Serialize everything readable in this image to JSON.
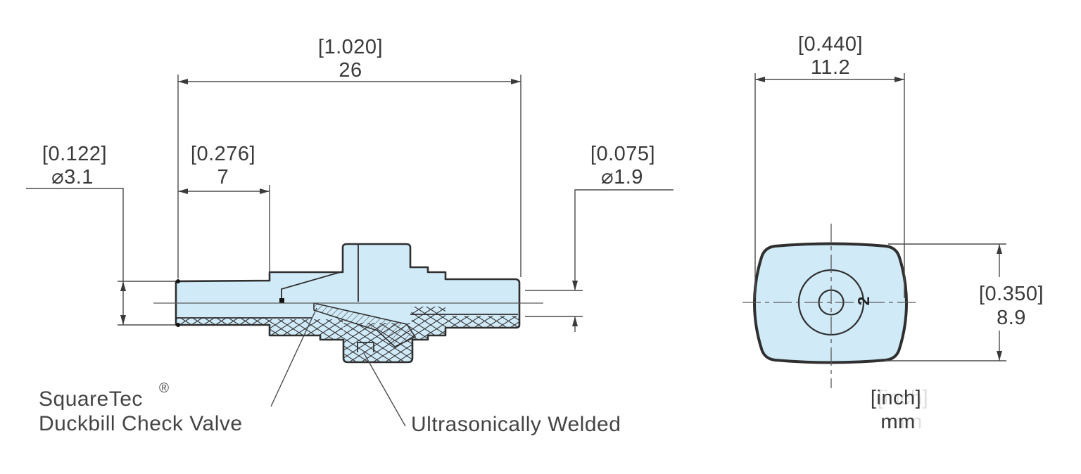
{
  "title": "SquareTec Duckbill Check Valve engineering drawing",
  "labels": {
    "brand": "SquareTec",
    "registered_mark": "®",
    "product": "Duckbill Check Valve",
    "weld_note": "Ultrasonically Welded",
    "mold_mark": "2"
  },
  "units_legend": {
    "primary": "[inch]",
    "secondary": "mm"
  },
  "dimensions": {
    "overall_length": {
      "inch": "[1.020]",
      "mm": "26"
    },
    "inlet_port_length": {
      "inch": "[0.276]",
      "mm": "7"
    },
    "inlet_bore_diameter": {
      "inch": "[0.122]",
      "mm": "⌀3.1"
    },
    "outlet_bore_diameter": {
      "inch": "[0.075]",
      "mm": "⌀1.9"
    },
    "body_width": {
      "inch": "[0.440]",
      "mm": "11.2"
    },
    "body_height": {
      "inch": "[0.350]",
      "mm": "8.9"
    }
  },
  "colors": {
    "body_fill": "#d0eaf8",
    "outline": "#2f2f2f",
    "dimension_lines": "#4b4b4b",
    "text": "#3a3a3a"
  }
}
